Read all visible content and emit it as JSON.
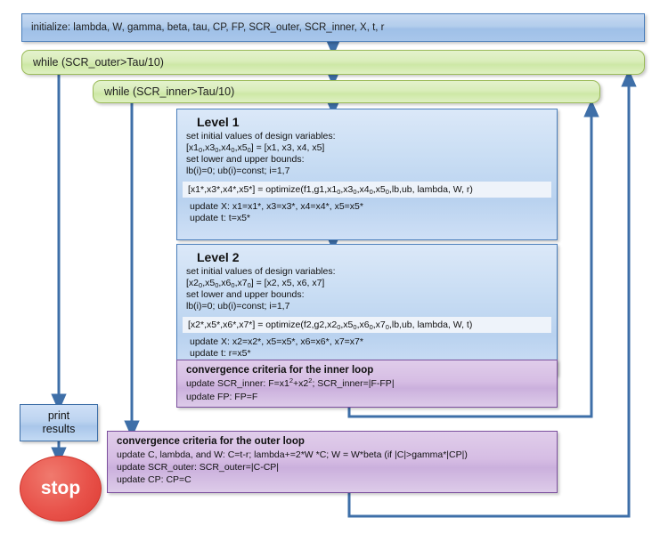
{
  "diagram": {
    "title": "Bi-level optimization algorithm flowchart",
    "colors": {
      "init_fill": "#b3cdec",
      "init_border": "#4a7ebb",
      "while_fill": "#d9edba",
      "while_border": "#9bbb59",
      "level_fill": "#cadef4",
      "level_border": "#4a7ebb",
      "conv_fill": "#d6bde4",
      "conv_border": "#7b4f9d",
      "stop_fill": "#e8524a",
      "arrow": "#3e6fa8"
    }
  },
  "initialize": {
    "text": "initialize: lambda, W, gamma, beta, tau, CP, FP, SCR_outer, SCR_inner, X, t, r"
  },
  "while_outer": {
    "text": "while (SCR_outer>Tau/10)"
  },
  "while_inner": {
    "text": "while (SCR_inner>Tau/10)"
  },
  "level1": {
    "title": "Level 1",
    "line1": "set initial values of design variables:",
    "line2_parts": [
      "[x1",
      "0",
      ",x3",
      "0",
      ",x4",
      "0",
      ",x5",
      "0",
      "] = [x1, x3, x4, x5]"
    ],
    "line3": "set lower and upper bounds:",
    "line4": "lb(i)=0; ub(i)=const; i=1,7",
    "optimize_parts": [
      "[x1*,x3*,x4*,x5*] = optimize(f1,g1,x1",
      "0",
      ",x3",
      "0",
      ",x4",
      "0",
      ",x5",
      "0",
      ",lb,ub, lambda, W, r)"
    ],
    "update_x": "update X: x1=x1*, x3=x3*, x4=x4*, x5=x5*",
    "update_t": "update t: t=x5*"
  },
  "level2": {
    "title": "Level 2",
    "line1": "set initial values of design variables:",
    "line2_parts": [
      "[x2",
      "0",
      ",x5",
      "0",
      ",x6",
      "0",
      ",x7",
      "0",
      "] = [x2, x5, x6, x7]"
    ],
    "line3": "set lower and upper bounds:",
    "line4": "lb(i)=0; ub(i)=const; i=1,7",
    "optimize_parts": [
      "[x2*,x5*,x6*,x7*] = optimize(f2,g2,x2",
      "0",
      ",x5",
      "0",
      ",x6",
      "0",
      ",x7",
      "0",
      ",lb,ub, lambda, W, t)"
    ],
    "update_x": "update X: x2=x2*, x5=x5*, x6=x6*, x7=x7*",
    "update_t": "update t: r=x5*"
  },
  "convergence_inner": {
    "title": "convergence criteria for the inner loop",
    "line1_parts": [
      "update SCR_inner: F=x1",
      "2",
      "+x2",
      "2",
      "; SCR_inner=|F-FP|"
    ],
    "line2": "update FP: FP=F"
  },
  "convergence_outer": {
    "title": "convergence criteria for the outer  loop",
    "line1": "update C, lambda, and W: C=t-r; lambda+=2*W *C; W = W*beta (if |C|>gamma*|CP|)",
    "line2": "update SCR_outer: SCR_outer=|C-CP|",
    "line3": "update CP: CP=C"
  },
  "print_results": {
    "line1": "print",
    "line2": "results"
  },
  "stop": {
    "label": "stop"
  }
}
